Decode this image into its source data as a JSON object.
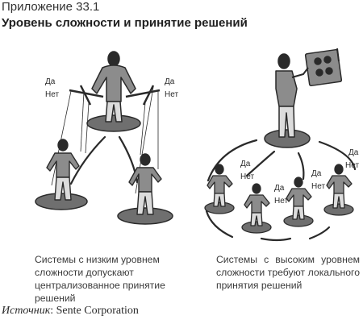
{
  "header": {
    "appendix": "Приложение 33.1",
    "title": "Уровень сложности и принятие решений"
  },
  "diagram": {
    "left": {
      "yes_left": "Да",
      "no_left": "Нет",
      "yes_right": "Да",
      "no_right": "Нет"
    },
    "right": {
      "labels": [
        {
          "yes": "Да",
          "no": "Нет"
        },
        {
          "yes": "Да",
          "no": "Нет"
        },
        {
          "yes": "Да",
          "no": "Нет"
        },
        {
          "yes": "Да",
          "no": "Нет"
        }
      ]
    }
  },
  "captions": {
    "left": "Системы с низким уровнем сложности допускают централизованное принятие решений",
    "right": "Системы с высоким уровнем сложности требуют локального принятия решений"
  },
  "source": {
    "label": "Источник",
    "text": ": Sente Corporation"
  },
  "colors": {
    "ink": "#2a2a2a",
    "cloth": "#8c8c8c",
    "pad": "#7a7a7a"
  }
}
